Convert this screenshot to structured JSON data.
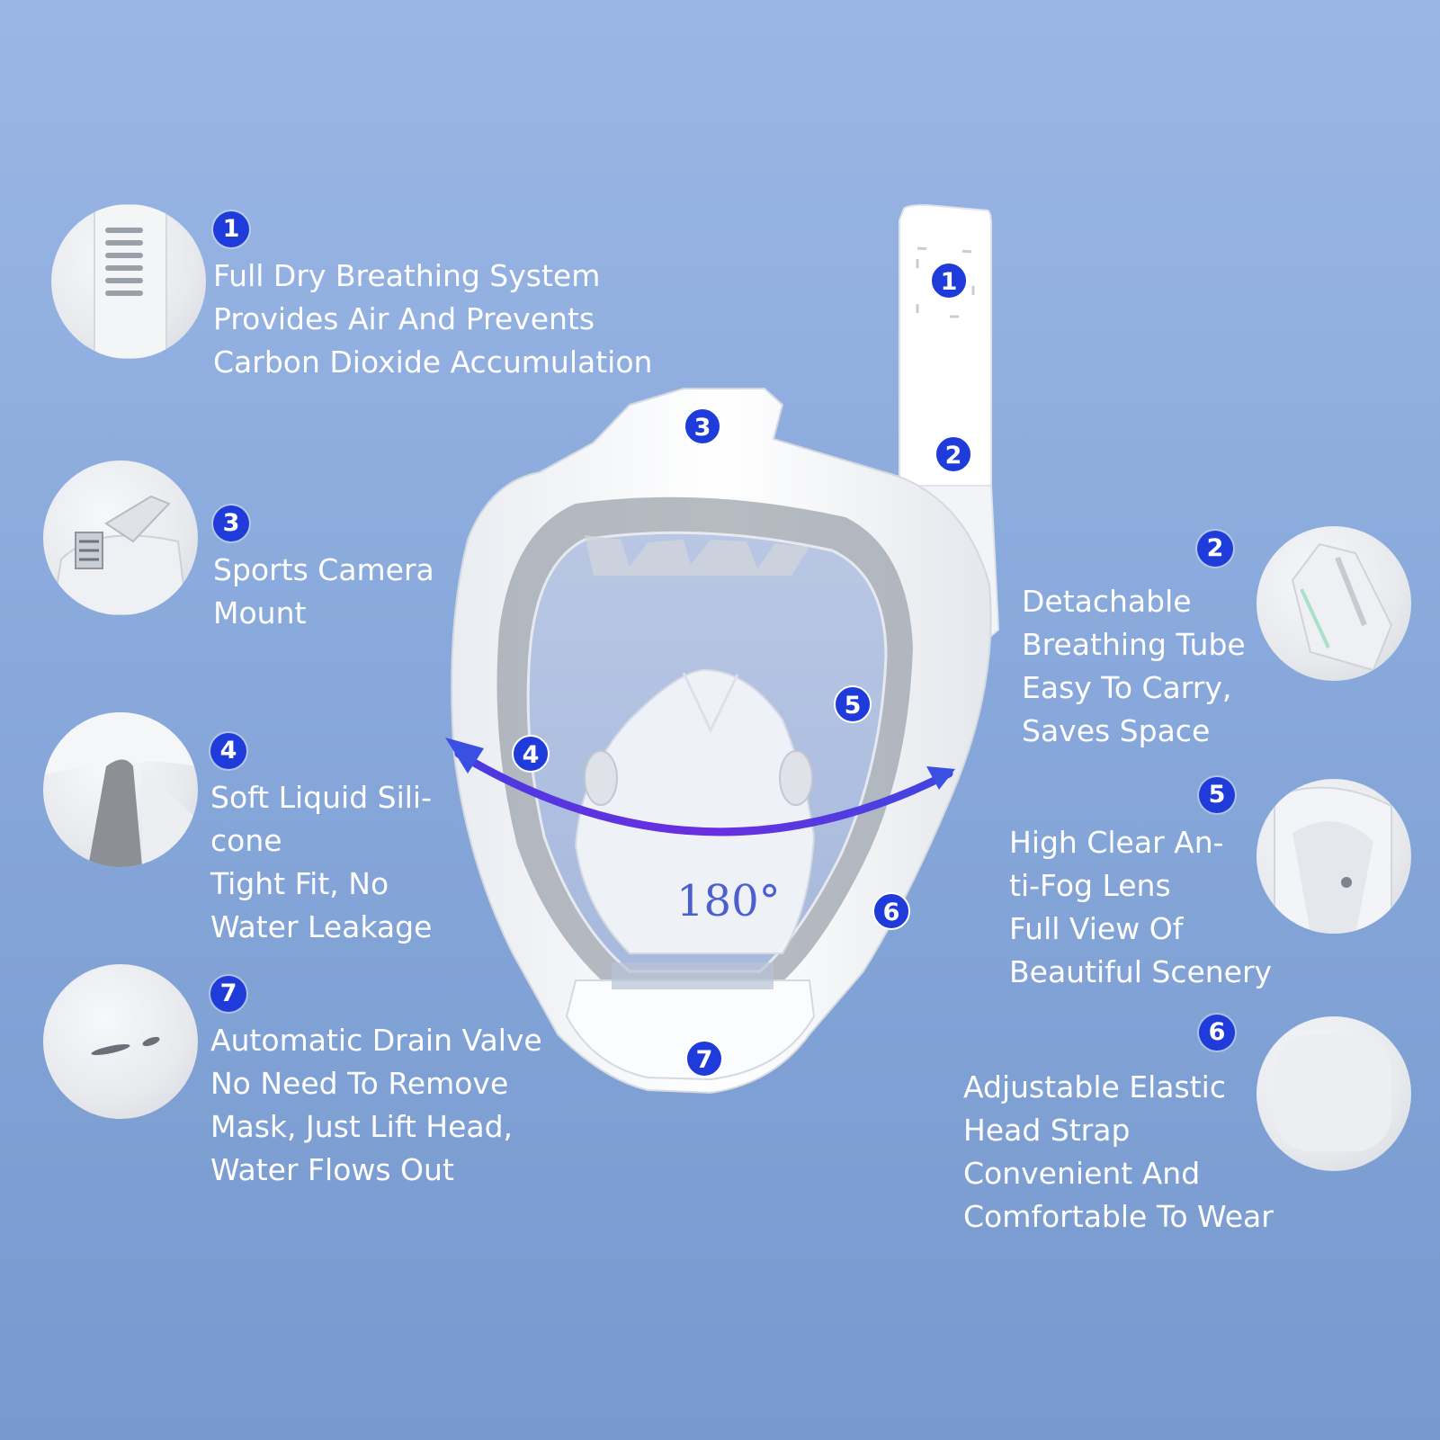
{
  "features": [
    {
      "num": "1",
      "lines": [
        "Full Dry Breathing System",
        "Provides Air And Prevents",
        "Carbon Dioxide Accumulation"
      ],
      "image": "dry-top-vent"
    },
    {
      "num": "3",
      "lines": [
        "Sports Camera",
        "Mount"
      ],
      "image": "camera-mount"
    },
    {
      "num": "4",
      "lines": [
        "Soft Liquid Sili-",
        "cone",
        "Tight Fit, No",
        "Water Leakage"
      ],
      "image": "silicone-seal"
    },
    {
      "num": "7",
      "lines": [
        "Automatic Drain Valve",
        "No Need To Remove",
        "Mask, Just Lift Head,",
        "Water Flows Out"
      ],
      "image": "drain-valve"
    },
    {
      "num": "2",
      "lines": [
        "Detachable",
        "Breathing Tube",
        "Easy To Carry,",
        "Saves Space"
      ],
      "image": "tube-clip"
    },
    {
      "num": "5",
      "lines": [
        "High Clear An-",
        "ti-Fog Lens",
        "Full View Of",
        "Beautiful Scenery"
      ],
      "image": "lens-side"
    },
    {
      "num": "6",
      "lines": [
        "Adjustable Elastic",
        "Head Strap",
        "Convenient And",
        "Comfortable To Wear"
      ],
      "image": "head-strap"
    }
  ],
  "mask": {
    "view_angle_label": "180°",
    "badges": [
      "1",
      "2",
      "3",
      "4",
      "5",
      "6",
      "7"
    ]
  },
  "colors": {
    "badge": "#1f3bd9",
    "arrow": "#5a2fe0",
    "text": "#ffffff"
  }
}
